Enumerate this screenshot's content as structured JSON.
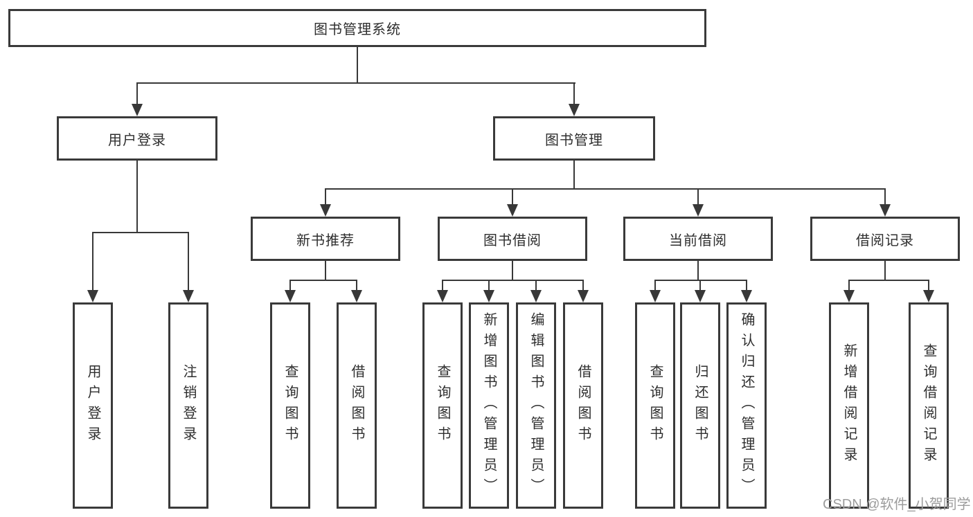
{
  "diagram": {
    "root": {
      "label": "图书管理系统",
      "children": [
        {
          "label": "用户登录",
          "children": [
            {
              "label": "用户登录"
            },
            {
              "label": "注销登录"
            }
          ]
        },
        {
          "label": "图书管理",
          "children": [
            {
              "label": "新书推荐",
              "children": [
                {
                  "label": "查询图书"
                },
                {
                  "label": "借阅图书"
                }
              ]
            },
            {
              "label": "图书借阅",
              "children": [
                {
                  "label": "查询图书"
                },
                {
                  "label": "新增图书（管理员）"
                },
                {
                  "label": "编辑图书（管理员）"
                },
                {
                  "label": "借阅图书"
                }
              ]
            },
            {
              "label": "当前借阅",
              "children": [
                {
                  "label": "查询图书"
                },
                {
                  "label": "归还图书"
                },
                {
                  "label": "确认归还（管理员）"
                }
              ]
            },
            {
              "label": "借阅记录",
              "children": [
                {
                  "label": "新增借阅记录"
                },
                {
                  "label": "查询借阅记录"
                }
              ]
            }
          ]
        }
      ]
    }
  },
  "watermark": {
    "text": "CSDN @软件_小贺同学"
  },
  "colors": {
    "line": "#383838",
    "border": "#3a3a3a",
    "text": "#2e2e2e",
    "watermark": "#9c9c9c",
    "background": "#ffffff"
  }
}
